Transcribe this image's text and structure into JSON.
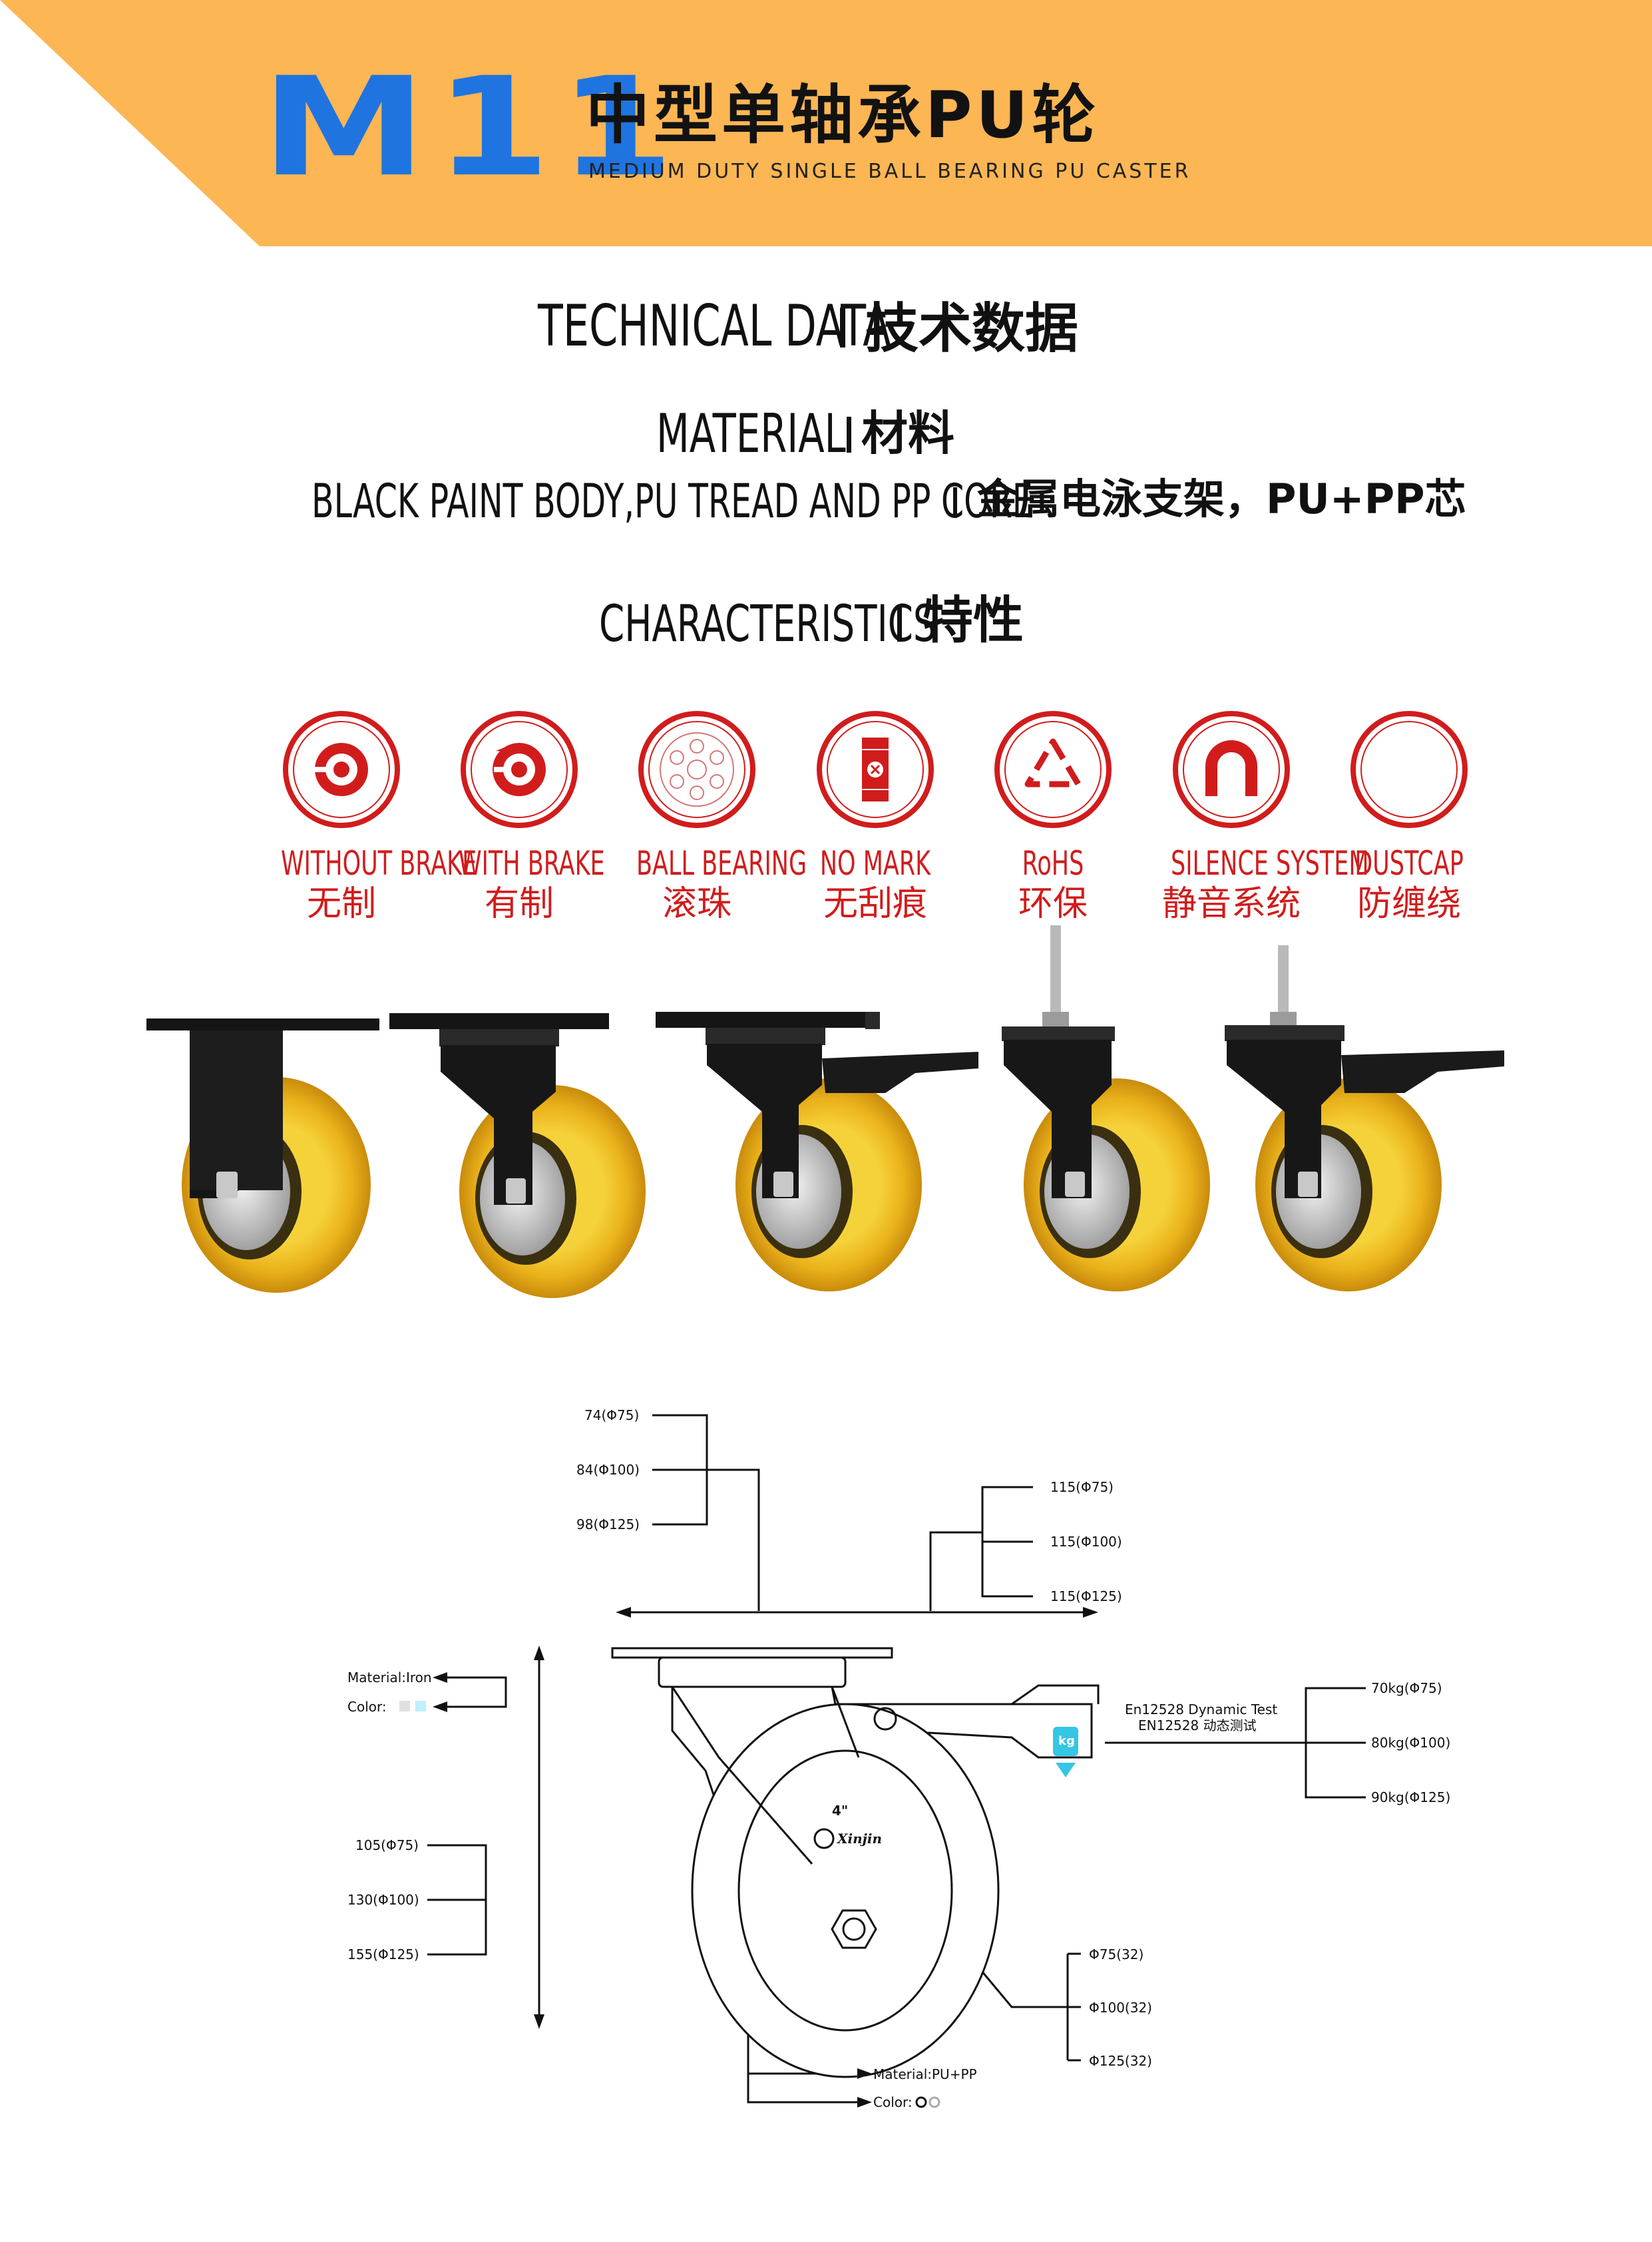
{
  "header": {
    "model_code": "M11",
    "title_cn": "中型单轴承PU轮",
    "title_en": "MEDIUM DUTY SINGLE BALL BEARING PU CASTER",
    "banner_color": "#fdb654",
    "accent_color": "#1f74e0"
  },
  "technical": {
    "heading_en": "TECHNICAL DATA",
    "separator": "I",
    "heading_cn": "技术数据"
  },
  "material": {
    "heading_en": "MATERIAL",
    "separator": "I",
    "heading_cn": "材料",
    "desc_en": "BLACK PAINT BODY,PU TREAD AND PP CORE",
    "desc_cn": "金属电泳支架，PU+PP芯"
  },
  "characteristics": {
    "heading_en": "CHARACTERISTICS",
    "separator": "I",
    "heading_cn": "特性",
    "icon_color": "#d11c1c",
    "items": [
      {
        "en": "WITHOUT BRAKE",
        "cn": "无制",
        "icon": "without-brake-icon"
      },
      {
        "en": "WITH BRAKE",
        "cn": "有制",
        "icon": "with-brake-icon"
      },
      {
        "en": "BALL BEARING",
        "cn": "滚珠",
        "icon": "ball-bearing-icon"
      },
      {
        "en": "NO MARK",
        "cn": "无刮痕",
        "icon": "no-mark-icon"
      },
      {
        "en": "RoHS",
        "cn": "环保",
        "icon": "recycle-icon"
      },
      {
        "en": "SILENCE SYSTEM",
        "cn": "静音系统",
        "icon": "magnet-icon"
      },
      {
        "en": "DUSTCAP",
        "cn": "防缠绕",
        "icon": "dustcap-icon"
      }
    ]
  },
  "products": [
    {
      "type": "rigid-plate",
      "icon": "rigid-caster-icon"
    },
    {
      "type": "swivel-plate",
      "icon": "swivel-caster-icon"
    },
    {
      "type": "swivel-plate-brake",
      "icon": "swivel-brake-caster-icon"
    },
    {
      "type": "threaded-stem",
      "icon": "threaded-stem-caster-icon"
    },
    {
      "type": "threaded-stem-brake",
      "icon": "threaded-stem-brake-caster-icon"
    }
  ],
  "diagram": {
    "plate_length": [
      "74(Φ75)",
      "84(Φ100)",
      "98(Φ125)"
    ],
    "plate_width": [
      "115(Φ75)",
      "115(Φ100)",
      "115(Φ125)"
    ],
    "bracket_material": "Material:Iron",
    "bracket_color": "Color:",
    "bracket_swatches": [
      "#e0e0e0",
      "#bfeeff"
    ],
    "load_test_en": "En12528 Dynamic Test",
    "load_test_cn": "EN12528 动态测试",
    "load_unit": "kg",
    "loads": [
      "70kg(Φ75)",
      "80kg(Φ100)",
      "90kg(Φ125)"
    ],
    "heights": [
      "105(Φ75)",
      "130(Φ100)",
      "155(Φ125)"
    ],
    "wheel_sizes": [
      "Φ75(32)",
      "Φ100(32)",
      "Φ125(32)"
    ],
    "wheel_mark": "4\"",
    "logo_text": "Xinjin",
    "wheel_material": "Material:PU+PP",
    "wheel_color": "Color:"
  }
}
